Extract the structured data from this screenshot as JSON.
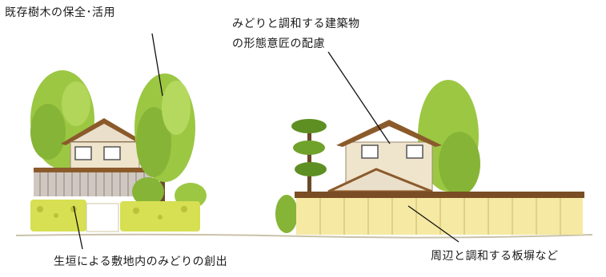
{
  "labels": {
    "trees": "既存樹木の保全･活用",
    "architecture_line1": "みどりと調和する建築物",
    "architecture_line2": "の形態意匠の配慮",
    "hedge": "生垣による敷地内のみどりの創出",
    "fence": "周辺と調和する板塀など"
  },
  "colors": {
    "tree_green": "#8fbf3a",
    "tree_dark": "#5e8f22",
    "hedge_yellow": "#d7df52",
    "wall_cream": "#f5e9a3",
    "roof_brown": "#8b5a2b",
    "house_wall": "#efe4cc"
  }
}
